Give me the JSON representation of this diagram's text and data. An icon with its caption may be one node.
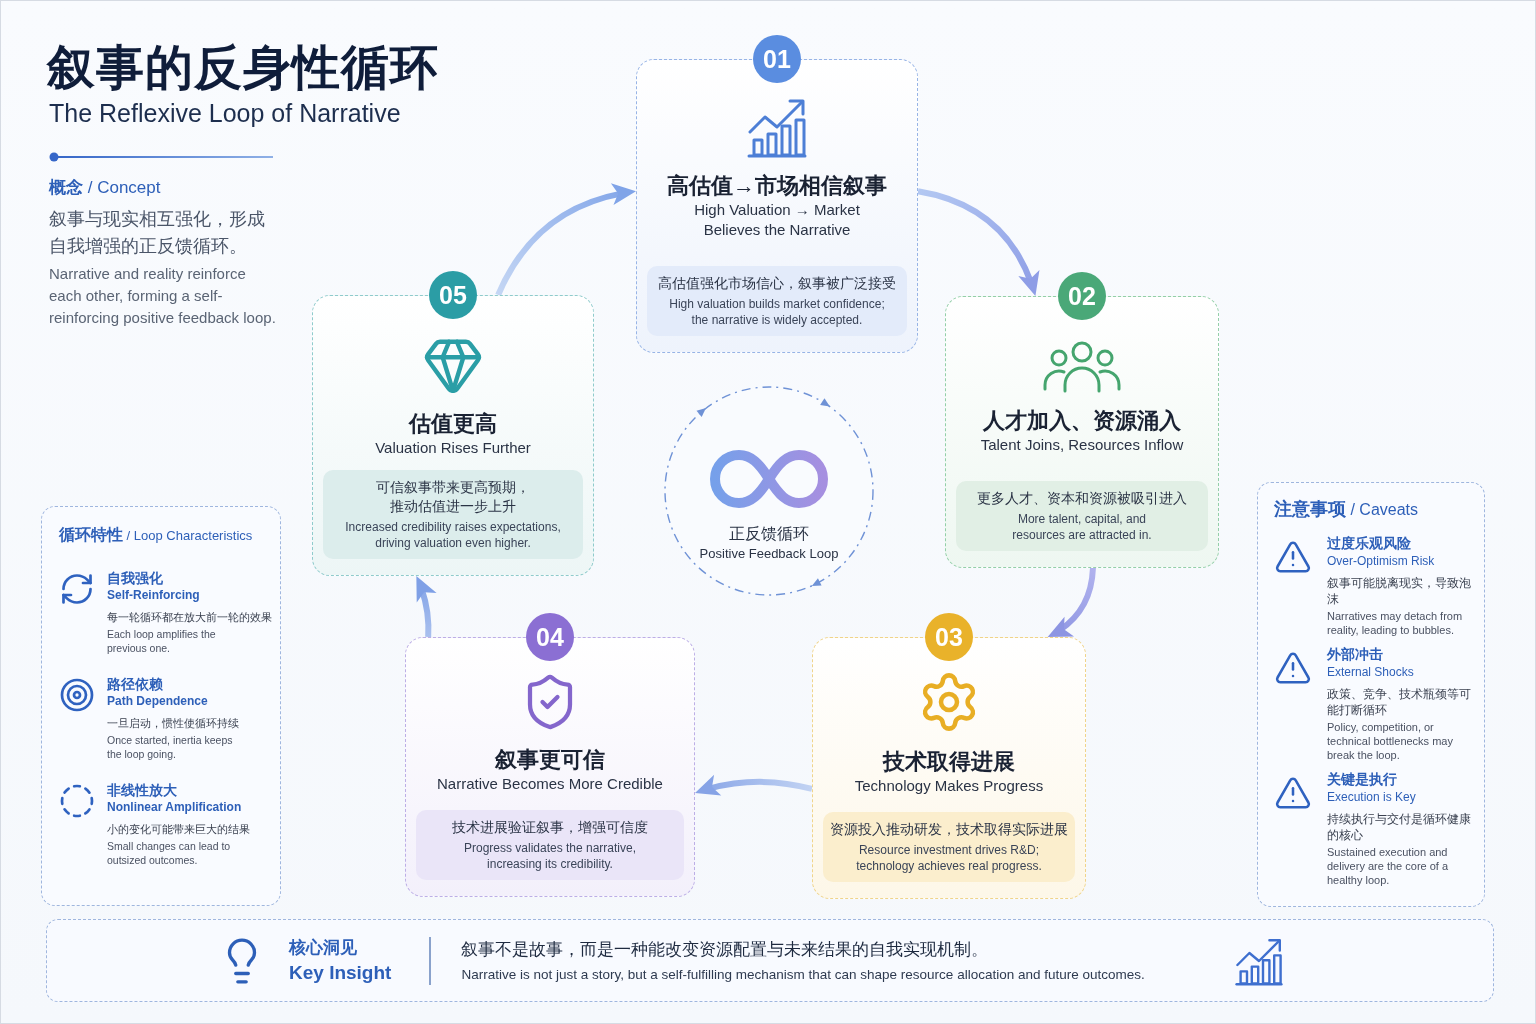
{
  "diagram": {
    "title": "叙事的反身性循环",
    "nodes": [
      {
        "text": [
          "01",
          "高估值→市场相信叙事",
          "High Valuation → Market Believes the Narrative"
        ]
      },
      {
        "text": [
          "高估值强化市场信心，叙事被广泛接受",
          "High valuation builds market confidence; the narrative is widely accepted."
        ],
        "in": 0
      },
      {
        "text": [
          "02",
          "人才加入、资源涌入",
          "Talent Joins, Resources Inflow"
        ]
      },
      {
        "text": [
          "更多人才、资本和资源被吸引进入",
          "More talent, capital, and resources are attracted in."
        ],
        "in": 2
      },
      {
        "text": [
          "03",
          "技术取得进展",
          "Technology Makes Progress"
        ]
      },
      {
        "text": [
          "资源投入推动研发，技术取得实际进展",
          "Resource investment drives R&D; technology achieves real progress."
        ],
        "in": 4
      },
      {
        "text": [
          "04",
          "叙事更可信",
          "Narrative Becomes More Credible"
        ]
      },
      {
        "text": [
          "技术进展验证叙事，增强可信度",
          "Progress validates the narrative, increasing its credibility."
        ],
        "in": 6
      },
      {
        "text": [
          "05",
          "估值更高",
          "Valuation Rises Further"
        ]
      },
      {
        "text": [
          "可信叙事带来更高预期，推动估值进一步上升",
          "Increased credibility raises expectations, driving valuation even higher."
        ],
        "in": 8
      },
      {
        "text": [
          "正反馈循环",
          "Positive Feedback Loop"
        ]
      },
      {
        "text": [
          "**循环特性** / Loop Characteristics",
          "自我强化",
          "Self-Reinforcing",
          "每一轮循环都在放大前一轮的效果",
          "Each loop amplifies the previous one.",
          "路径依赖",
          "Path Dependence",
          "一旦启动，惯性使循环持续",
          "Once started, inertia keeps the loop going.",
          "非线性放大",
          "Nonlinear Amplification",
          "小的变化可能带来巨大的结果",
          "Small changes can lead to outsized outcomes."
        ]
      },
      {
        "text": [
          "**注意事项** / Caveats",
          "过度乐观风险",
          "Over-Optimism Risk",
          "叙事可能脱离现实，导致泡沫",
          "Narratives may detach from reality, leading to bubbles.",
          "外部冲击",
          "External Shocks",
          "政策、竞争、技术瓶颈等可能打断循环",
          "Policy, competition, or technical bottlenecks may break the loop.",
          "关键是执行",
          "Execution is Key",
          "持续执行与交付是循环健康的核心",
          "Sustained execution and delivery are the core of a healthy loop."
        ]
      },
      {
        "text": [
          "核心洞见",
          "Key Insight",
          "叙事不是故事，而是一种能改变资源配置与未来结果的自我实现机制。",
          "Narrative is not just a story, but a self-fulfilling mechanism that can shape resource allocation and future outcomes."
        ]
      }
    ],
    "edges": [
      {
        "from": 0,
        "to": 2,
        "arrow": "to"
      },
      {
        "from": 2,
        "to": 4,
        "arrow": "to"
      },
      {
        "from": 4,
        "to": 6,
        "arrow": "to"
      },
      {
        "from": 6,
        "to": 8,
        "arrow": "to"
      },
      {
        "from": 8,
        "to": 0,
        "arrow": "to"
      }
    ],
    "labels": [
      "The Reflexive Loop of Narrative",
      "**概念** / Concept",
      "叙事与现实相互强化，形成自我增强的正反馈循环。",
      "Narrative and reality reinforce each other, forming a self-reinforcing positive feedback loop."
    ]
  }
}
